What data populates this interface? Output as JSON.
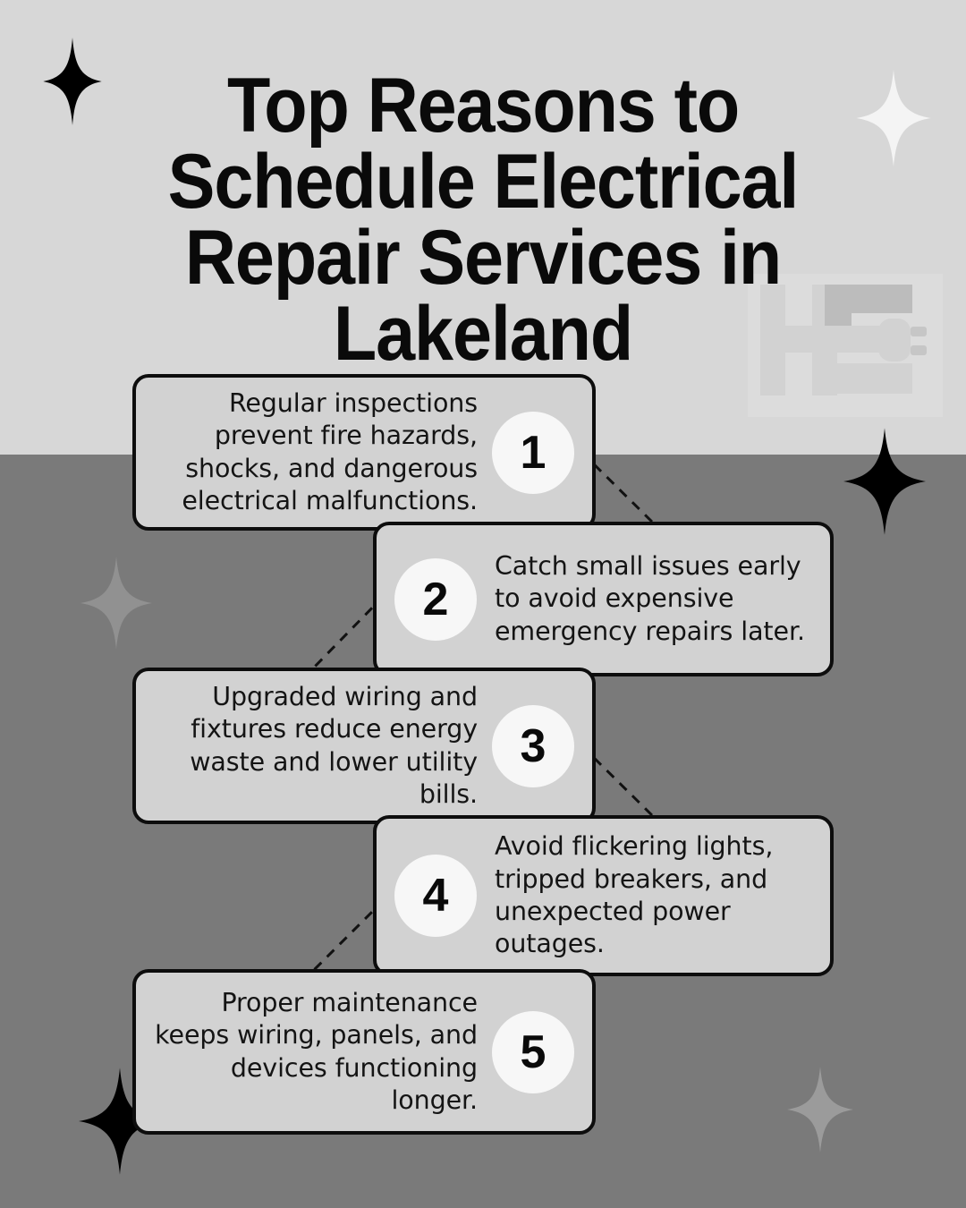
{
  "page": {
    "title": "Top Reasons to\nSchedule Electrical\nRepair Services in\nLakeland",
    "title_plain": "Top Reasons to Schedule Electrical Repair Services in Lakeland"
  },
  "colors": {
    "background_top": "#d7d7d7",
    "background_bottom": "#7a7a7a",
    "card_fill": "#d2d2d2",
    "card_border": "#0d0d0d",
    "badge_fill": "#f7f7f7",
    "text": "#141414",
    "title_text": "#0a0a0a",
    "sparkle_black": "#000000",
    "sparkle_white": "#f4f4f4",
    "sparkle_gray": "#9b9b9b",
    "watermark": "#dedede"
  },
  "cards": [
    {
      "number": "1",
      "text": "Regular inspections prevent fire hazards, shocks, and dangerous electrical malfunctions.",
      "side": "left"
    },
    {
      "number": "2",
      "text": "Catch small issues early to avoid expensive emergency repairs later.",
      "side": "right"
    },
    {
      "number": "3",
      "text": "Upgraded wiring and fixtures reduce energy waste and lower utility bills.",
      "side": "left"
    },
    {
      "number": "4",
      "text": "Avoid flickering lights, tripped breakers, and unexpected power outages.",
      "side": "right"
    },
    {
      "number": "5",
      "text": "Proper maintenance keeps wiring, panels, and devices functioning longer.",
      "side": "left"
    }
  ],
  "decorations": {
    "sparkles": [
      {
        "name": "sparkle-top-left",
        "color": "#000000"
      },
      {
        "name": "sparkle-top-right",
        "color": "#f4f4f4"
      },
      {
        "name": "sparkle-mid-right",
        "color": "#000000"
      },
      {
        "name": "sparkle-mid-left",
        "color": "#8e8e8e"
      },
      {
        "name": "sparkle-bottom-left",
        "color": "#000000"
      },
      {
        "name": "sparkle-bottom-right",
        "color": "#9b9b9b"
      }
    ],
    "watermark_label": "electrical-plug-logo-watermark"
  }
}
